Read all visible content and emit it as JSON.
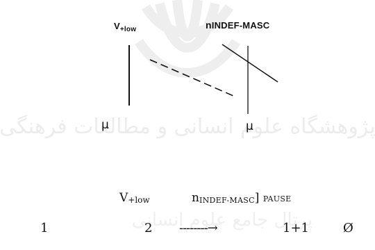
{
  "upper_tier": {
    "left_label_base": "V",
    "left_label_sub": "+low",
    "right_label_base": "n",
    "right_label_sub": "INDEF-MASC"
  },
  "lower_tier": {
    "left_mora": "μ",
    "right_mora": "μ"
  },
  "formula": {
    "left_base": "V",
    "left_sub": "+low",
    "right_base": "n",
    "right_sub": "INDEF-MASC",
    "bracket": "]",
    "pause": "PAUSE"
  },
  "count_row": {
    "first": "1",
    "second": "2",
    "arrow": "--------→",
    "result": "1+1",
    "empty": "Ø"
  },
  "watermark_text": "پژوهشگاه علوم انسانی و مطالعات فرهنگی",
  "watermark_text_2": "پرتال جامع علوم انسانی",
  "colors": {
    "ink": "#111111",
    "watermark": "#ececec"
  }
}
